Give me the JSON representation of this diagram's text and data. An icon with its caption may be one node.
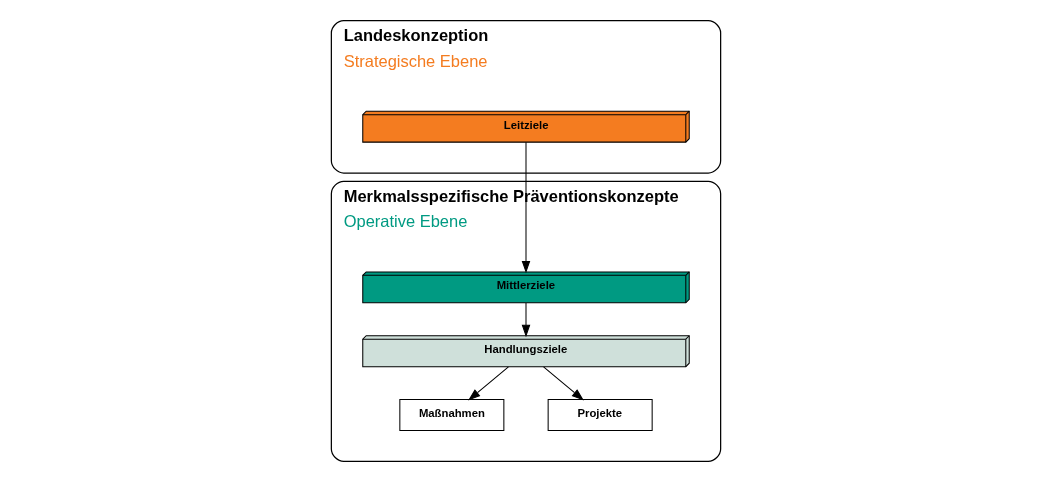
{
  "diagram": {
    "nodes": [
      {
        "text": [
          "Landeskonzeption",
          "Strategische Ebene"
        ]
      },
      {
        "text": [
          "Leitziele"
        ],
        "in": 0
      },
      {
        "text": [
          "Merkmalsspezifische Präventionskonzepte",
          "Operative Ebene"
        ]
      },
      {
        "text": [
          "Mittlerziele"
        ],
        "in": 2
      },
      {
        "text": [
          "Handlungsziele"
        ],
        "in": 2
      },
      {
        "text": [
          "Maßnahmen"
        ],
        "in": 2
      },
      {
        "text": [
          "Projekte"
        ],
        "in": 2
      }
    ],
    "edges": [
      {
        "from": 1,
        "to": 3,
        "arrow": "to"
      },
      {
        "from": 3,
        "to": 4,
        "arrow": "to"
      },
      {
        "from": 4,
        "to": 5,
        "arrow": "to"
      },
      {
        "from": 4,
        "to": 6,
        "arrow": "to"
      }
    ]
  }
}
